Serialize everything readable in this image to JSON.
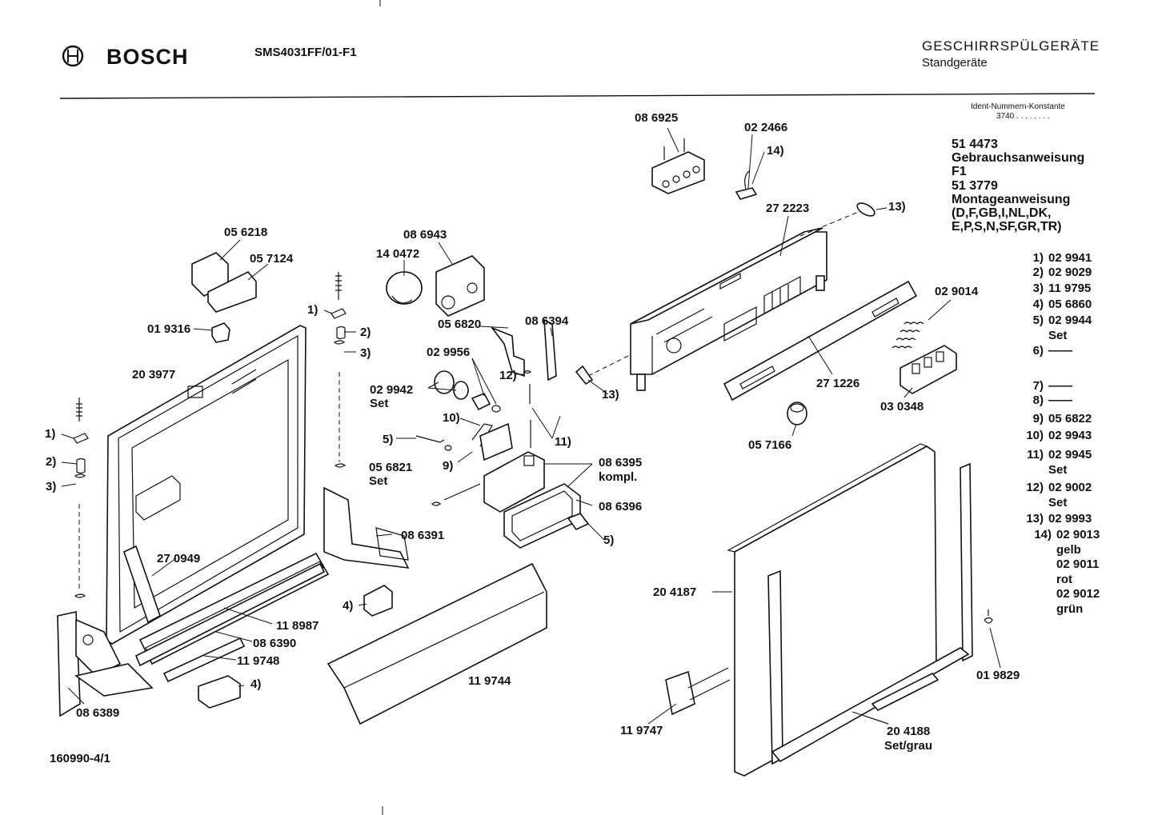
{
  "header": {
    "brand": "BOSCH",
    "model": "SMS4031FF/01-F1",
    "category_title": "GESCHIRRSPÜLGERÄTE",
    "category_subtitle": "Standgeräte"
  },
  "ident": {
    "label": "Ident-Nummern-Konstante",
    "value": "3740  . . . .  . . . ."
  },
  "side_notes": [
    "51 4473",
    "Gebrauchsanweisung",
    "F1",
    "51 3779",
    "Montageanweisung",
    "(D,F,GB,I,NL,DK,",
    "E,P,S,N,SF,GR,TR)"
  ],
  "legend": [
    {
      "num": "1)",
      "lines": [
        "02 9941"
      ]
    },
    {
      "num": "2)",
      "lines": [
        "02 9029"
      ]
    },
    {
      "num": "3)",
      "lines": [
        "11 9795"
      ]
    },
    {
      "num": "4)",
      "lines": [
        "05 6860"
      ]
    },
    {
      "num": "5)",
      "lines": [
        "02 9944",
        "Set"
      ]
    },
    {
      "num": "6)",
      "lines": [
        "——"
      ]
    },
    {
      "num": "7)",
      "lines": [
        "——"
      ]
    },
    {
      "num": "8)",
      "lines": [
        "——"
      ]
    },
    {
      "num": "9)",
      "lines": [
        "05 6822"
      ]
    },
    {
      "num": "10)",
      "lines": [
        "02 9943"
      ]
    },
    {
      "num": "11)",
      "lines": [
        "02 9945",
        "Set"
      ]
    },
    {
      "num": "12)",
      "lines": [
        "02 9002",
        "Set"
      ]
    },
    {
      "num": "13)",
      "lines": [
        "02 9993"
      ]
    },
    {
      "num": "14)",
      "lines": [
        "02 9013",
        "gelb",
        "02 9011",
        "rot",
        "02 9012",
        "grün"
      ]
    }
  ],
  "labels": {
    "p086925": "08 6925",
    "p022466": "02 2466",
    "n14": "14)",
    "p272223": "27 2223",
    "n13a": "13)",
    "p056218": "05 6218",
    "p057124": "05 7124",
    "p086943": "08 6943",
    "p140472": "14 0472",
    "n1a": "1)",
    "n2a": "2)",
    "n3a": "3)",
    "p019316": "01 9316",
    "p203977": "20 3977",
    "p056820": "05 6820",
    "p086394": "08 6394",
    "p029956": "02 9956",
    "p029942": "02 9942",
    "set1": "Set",
    "n12": "12)",
    "n10": "10)",
    "n5a": "5)",
    "n9": "9)",
    "n11": "11)",
    "p056821": "05 6821",
    "set2": "Set",
    "p086395": "08 6395",
    "kompl": "kompl.",
    "p086396": "08 6396",
    "n5b": "5)",
    "p029014": "02 9014",
    "p271226": "27 1226",
    "p030348": "03 0348",
    "n13b": "13)",
    "p057166": "05 7166",
    "n1b": "1)",
    "n2b": "2)",
    "n3b": "3)",
    "p270949": "27 0949",
    "p086391": "08 6391",
    "n4a": "4)",
    "p118987": "11 8987",
    "p086390": "08 6390",
    "p119748": "11 9748",
    "n4b": "4)",
    "p086389": "08 6389",
    "p119744": "11 9744",
    "p204187": "20 4187",
    "p019829": "01 9829",
    "p119747": "11 9747",
    "p204188": "20 4188",
    "setgrau": "Set/grau"
  },
  "footer": {
    "code": "160990-4/1"
  }
}
